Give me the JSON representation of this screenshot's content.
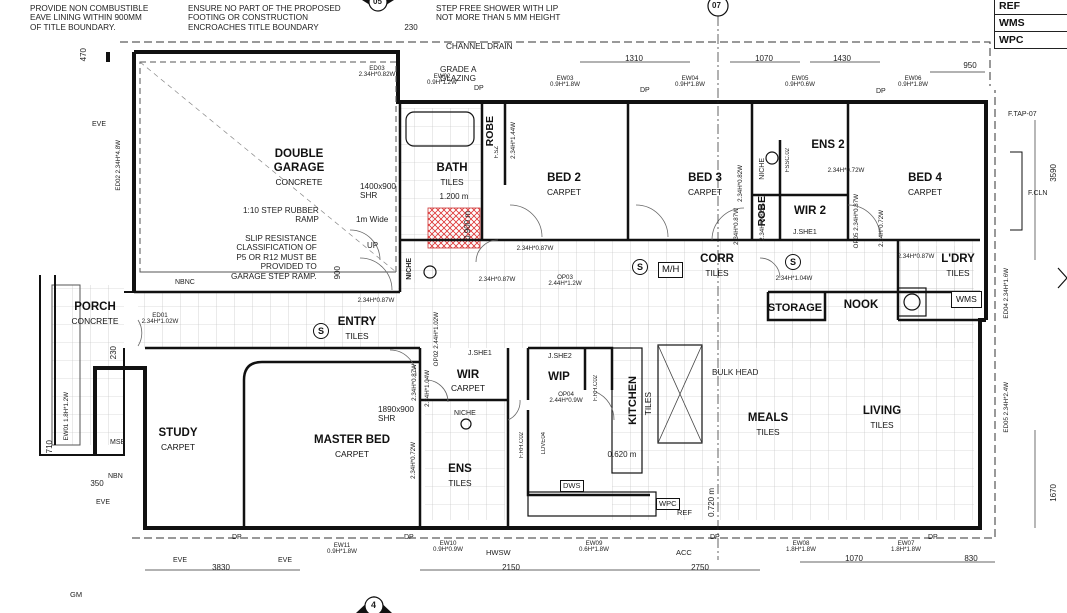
{
  "notes": {
    "eave_lining": [
      "PROVIDE NON COMBUSTIBLE",
      "EAVE LINING WITHIN 900MM",
      "OF TITLE BOUNDARY."
    ],
    "footing": [
      "ENSURE NO PART OF THE PROPOSED",
      "FOOTING OR CONSTRUCTION",
      "ENCROACHES TITLE BOUNDARY"
    ],
    "shower_step": [
      "STEP FREE SHOWER WITH LIP",
      "NOT MORE THAN 5 MM HEIGHT"
    ],
    "channel_drain": "CHANNEL DRAIN",
    "grade_a": [
      "GRADE A",
      "GLAZING"
    ],
    "step_rubber": [
      "1:10 STEP RUBBER",
      "RAMP"
    ],
    "wide_1m": "1m Wide",
    "slip": [
      "SLIP RESISTANCE",
      "CLASSIFICATION OF",
      "P5 OR R12  MUST BE",
      "PROVIDED TO",
      "GARAGE STEP RAMP."
    ],
    "shr_1400": [
      "1400x900",
      "SHR"
    ],
    "shr_1890": [
      "1890x900",
      "SHR"
    ],
    "bulk_head": "BULK HEAD"
  },
  "legend": [
    "REF",
    "WMS",
    "WPC"
  ],
  "section_markers": [
    "05",
    "07",
    "4"
  ],
  "rooms": [
    {
      "name": "DOUBLE",
      "finish": ""
    },
    {
      "name": "GARAGE",
      "finish": "CONCRETE"
    },
    {
      "name": "BATH",
      "finish": "TILES"
    },
    {
      "name": "ROBE",
      "finish": ""
    },
    {
      "name": "BED 2",
      "finish": "CARPET"
    },
    {
      "name": "BED 3",
      "finish": "CARPET"
    },
    {
      "name": "ENS 2",
      "finish": ""
    },
    {
      "name": "BED 4",
      "finish": "CARPET"
    },
    {
      "name": "ROBE",
      "finish": ""
    },
    {
      "name": "WIR 2",
      "finish": ""
    },
    {
      "name": "CORR",
      "finish": "TILES"
    },
    {
      "name": "L'DRY",
      "finish": "TILES"
    },
    {
      "name": "PORCH",
      "finish": "CONCRETE"
    },
    {
      "name": "ENTRY",
      "finish": "TILES"
    },
    {
      "name": "STORAGE",
      "finish": ""
    },
    {
      "name": "NOOK",
      "finish": ""
    },
    {
      "name": "WIR",
      "finish": "CARPET"
    },
    {
      "name": "WIP",
      "finish": ""
    },
    {
      "name": "KITCHEN",
      "finish": "TILES"
    },
    {
      "name": "MEALS",
      "finish": "TILES"
    },
    {
      "name": "LIVING",
      "finish": "TILES"
    },
    {
      "name": "STUDY",
      "finish": "CARPET"
    },
    {
      "name": "MASTER BED",
      "finish": "CARPET"
    },
    {
      "name": "ENS",
      "finish": "TILES"
    }
  ],
  "windows": {
    "ED03": [
      "ED03",
      "2.34H*0.82W"
    ],
    "EW02": [
      "EW02",
      "0.9H*1.2W"
    ],
    "EW03": [
      "EW03",
      "0.9H*1.8W"
    ],
    "EW04": [
      "EW04",
      "0.9H*1.8W"
    ],
    "EW05": [
      "EW05",
      "0.9H*0.6W"
    ],
    "EW06": [
      "EW06",
      "0.9H*1.8W"
    ],
    "ED02": "ED02 2.34H*4.8W",
    "ED01": [
      "ED01",
      "2.34H*1.02W"
    ],
    "EW01": "EW01 1.8H*1.2W",
    "EW11": [
      "EW11",
      "0.9H*1.8W"
    ],
    "EW10": [
      "EW10",
      "0.9H*0.9W"
    ],
    "EW09": [
      "EW09",
      "0.6H*1.8W"
    ],
    "EW08": [
      "EW08",
      "1.8H*1.8W"
    ],
    "EW07": [
      "EW07",
      "1.8H*1.8W"
    ],
    "ED04": "ED04 2.34H*1.6W",
    "ED05": "ED05 2.34H*2.4W",
    "OP03": [
      "OP03",
      "2.44H*1.2W"
    ],
    "OP04": [
      "OP04",
      "2.44H*0.9W"
    ],
    "OP02": "OP02 2.44H*1.02W",
    "OP05": "OP05 2.34H*0.87W",
    "door_a": "2.34H*1.44W",
    "door_b": "2.34H*0.87W",
    "door_c": "2.34H*0.87W",
    "door_d": "2.34H*0.87W",
    "door_e": "2.34H*1.04W",
    "door_f": "2.34H*0.72W",
    "door_g": "2.34H*0.82W",
    "door_h": "2.34H*0.87W",
    "door_i": "2.34H*0.82W",
    "door_j": "2.34H*0.87W",
    "door_k": "2.34H*0.87W",
    "door_l": "2.34H*0.72W",
    "door_m": "2.34H*1.04W",
    "door_n": "2.34H*0.72W"
  },
  "dimensions": {
    "top": [
      "470",
      "230",
      "1310",
      "1070",
      "1430",
      "950"
    ],
    "right": [
      "3590",
      "1670"
    ],
    "bottom": [
      "3830",
      "2150",
      "2750",
      "1070",
      "830"
    ],
    "left": [
      "900",
      "230",
      "710",
      "350"
    ],
    "inner": [
      "1.200 m",
      "0.900 m",
      "0.620 m",
      "0.720 m"
    ]
  },
  "fixtures": {
    "niche": "NICHE",
    "shr": "SHR",
    "m_h": "M/H",
    "wms": "WMS",
    "dws": "DWS",
    "wpc": "WPC",
    "ref": "REF",
    "jshe1": "J.SHE1",
    "jshe2": "J.SHE2",
    "fss_c02": "FSSC.02",
    "frhco2": "F.RH.C02",
    "up": "UP",
    "nbnc": "NBNC",
    "msb": "MSB",
    "nbn": "NBN",
    "eve": "EVE",
    "dp": "DP",
    "hwsw": "HWSW",
    "acc": "ACC",
    "gm": "GM",
    "tap": "F.TAP-07",
    "cln": "F.CLN",
    "fsz": "F.SZ",
    "s": "S",
    "ldve04": "LDVE04"
  }
}
